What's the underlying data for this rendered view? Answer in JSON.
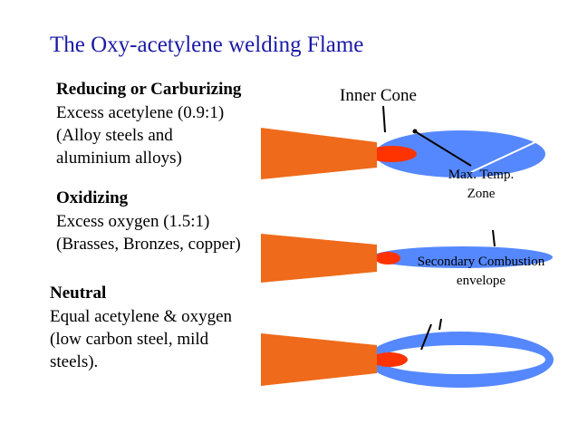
{
  "title": "The Oxy-acetylene welding Flame",
  "sections": {
    "reducing": {
      "heading": "Reducing or Carburizing",
      "lines": [
        "Excess acetylene (0.9:1)",
        "(Alloy steels and",
        "aluminium alloys)"
      ]
    },
    "oxidizing": {
      "heading": "Oxidizing",
      "lines": [
        "Excess oxygen  (1.5:1)",
        "(Brasses, Bronzes, copper)"
      ]
    },
    "neutral": {
      "heading": "Neutral",
      "lines": [
        "Equal acetylene & oxygen",
        "(low carbon steel, mild",
        "steels)."
      ]
    }
  },
  "labels": {
    "inner_cone": "Inner Cone",
    "max_temp": [
      "Max. Temp.",
      "Zone"
    ],
    "secondary": [
      "Secondary Combustion",
      "envelope"
    ]
  },
  "colors": {
    "title": "#1a1aa6",
    "nozzle": "#ef6a1a",
    "inner_cone": "#ff3300",
    "envelope": "#5588ff"
  }
}
